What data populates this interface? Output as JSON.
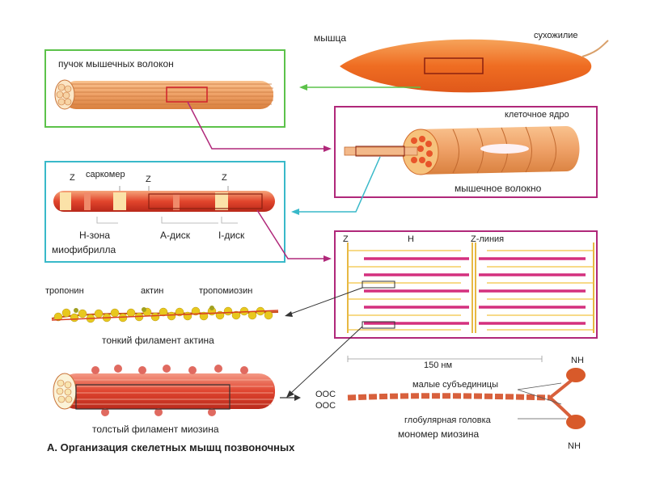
{
  "labels": {
    "muscle": "мышца",
    "tendon": "сухожилие",
    "bundle": "пучок мышечных волокон",
    "nucleus": "клеточное ядро",
    "fiber": "мышечное волокно",
    "z1": "Z",
    "sarcomere": "саркомер",
    "z2": "Z",
    "z3": "Z",
    "hzone": "Н-зона",
    "adisk": "А-диск",
    "idisk": "I-диск",
    "myofibril": "миофибрилла",
    "sz": "Z",
    "sh": "H",
    "zline": "Z-линия",
    "troponin": "тропонин",
    "actin": "актин",
    "tropomyosin": "тропомиозин",
    "thin": "тонкий филамент актина",
    "thick": "толстый филамент миозина",
    "nm": "150 нм",
    "ooc1": "ООС",
    "ooc2": "ООС",
    "nh1": "NH",
    "nh2": "NH",
    "small_units": "малые субъединицы",
    "head": "глобулярная головка",
    "monomer": "мономер миозина",
    "caption": "А. Организация скелетных мышц позвоночных"
  },
  "colors": {
    "green_frame": "#5cc24a",
    "magenta_frame": "#b0287a",
    "cyan_frame": "#39b9c9",
    "muscle_orange": "#f07a2a",
    "red_fiber": "#e0402a",
    "actin_yellow": "#e8c81e"
  }
}
